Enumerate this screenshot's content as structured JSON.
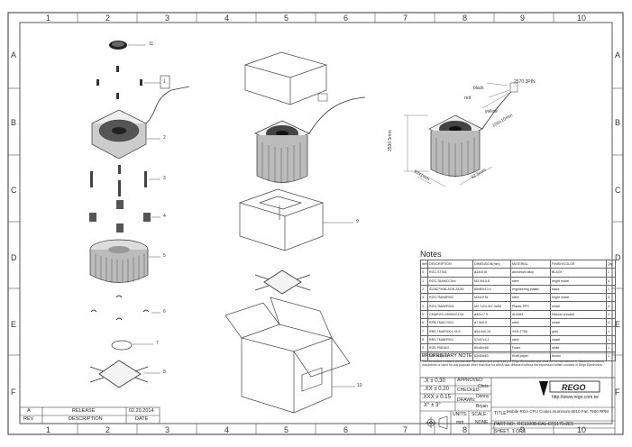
{
  "grid": {
    "columns": [
      "1",
      "2",
      "3",
      "4",
      "5",
      "6",
      "7",
      "8",
      "9",
      "10"
    ],
    "rows": [
      "A",
      "B",
      "C",
      "D",
      "E",
      "F"
    ]
  },
  "balloons": [
    "11",
    "1",
    "2",
    "3",
    "4",
    "5",
    "6",
    "7",
    "8",
    "9",
    "10"
  ],
  "wire_labels": {
    "black": "black",
    "red": "red",
    "yellow": "yellow",
    "wire_spec": "2570 3PIN"
  },
  "dimensions": {
    "height": "2530.5mm",
    "width": "92x1mm",
    "length": "92.5mm",
    "cable": "100±10mm"
  },
  "notes": {
    "title": "Notes",
    "headers": [
      "Item",
      "DESCRIPTION",
      "DIMENSION(mm)",
      "MATERIAL",
      "FINISH/COLOR",
      "Qty"
    ],
    "rows": [
      [
        "0",
        "RGC-ST301",
        "ø34x0.8t",
        "aluminum alloy",
        "BLACK",
        "1"
      ],
      [
        "1",
        "RGS-TAAMCC5x4",
        "M3.0x14.8",
        "steel",
        "bright nickel",
        "4"
      ],
      [
        "2",
        "412827X08LAOB-2AJM",
        "80x80x10.4",
        "engineering plastic",
        "black",
        "1"
      ],
      [
        "3",
        "RGS-TMABF002",
        "M4x10.5L",
        "steel",
        "bright nickel",
        "4"
      ],
      [
        "4",
        "RGS-TMAEP004",
        "M9.7x24.3x7.0xØ4",
        "Plastic PPS",
        "nickel",
        "4"
      ],
      [
        "5",
        "CMARGS-1905002-D01",
        "ø90x17.5",
        "AL6063",
        "Natural anodize",
        "1"
      ],
      [
        "6",
        "RPB-TMACY001",
        "ø7.5x0.9",
        "steel",
        "nickel",
        "4"
      ],
      [
        "7",
        "RBS-TMAF0001-34.5",
        "ø54.5x0.15",
        "XSG-T765",
        "grey",
        "1"
      ],
      [
        "8",
        "RBS-TMABP001",
        "57x57x4.1",
        "steel",
        "nickel",
        "1"
      ],
      [
        "9",
        "RGE-PM0402",
        "80x80x68",
        "Foam",
        "white",
        "1"
      ],
      [
        "10",
        "RGE-8X0003",
        "63x63x63",
        "Kraft paper",
        "brown",
        "1"
      ]
    ],
    "proprietary_title": "PROPRIETARY NOTE",
    "proprietary_text": "This document contains confidential information and proprietary to Rego Electronics and shall not be reproduced or disclosed to others documents or used for any purpose other than that for which was obtained without the expressed written consent of Rego Electronics."
  },
  "title_block": {
    "tol1": ".X  ± 0.30",
    "tol2": ".XX ± 0.20",
    "tol3": ".XXX ± 0.15",
    "tol4": "X° ± 3°",
    "approved_label": "APPROVED:",
    "approved_name": "Chris",
    "checked_label": "CHECKED:",
    "checked_name": "Denny",
    "drawn_label": "DRAWN:",
    "drawn_name": "Bryan",
    "units_label": "UNITS:",
    "units_value": "mm",
    "scale_label": "SCALE:",
    "scale_value": "NONE",
    "logo_text": "REGO",
    "url": "http://www.rego.com.tw",
    "title_label": "TITLE:",
    "title_value": "Mobile RGA CPU Cooler,Aluminum 5010 Fan 7500 RPM",
    "part_label": "PART NO:",
    "part_value": "RC1100B-EAL-EF5175-2E5",
    "sheet_label": "SHEET:",
    "sheet_value": "1 OF 1"
  },
  "revision": {
    "rev": "A",
    "description": "RELEASE",
    "date": "02.20.2014",
    "rev_label": "REV",
    "desc_label": "DESCRIPTION",
    "date_label": "DATE"
  }
}
